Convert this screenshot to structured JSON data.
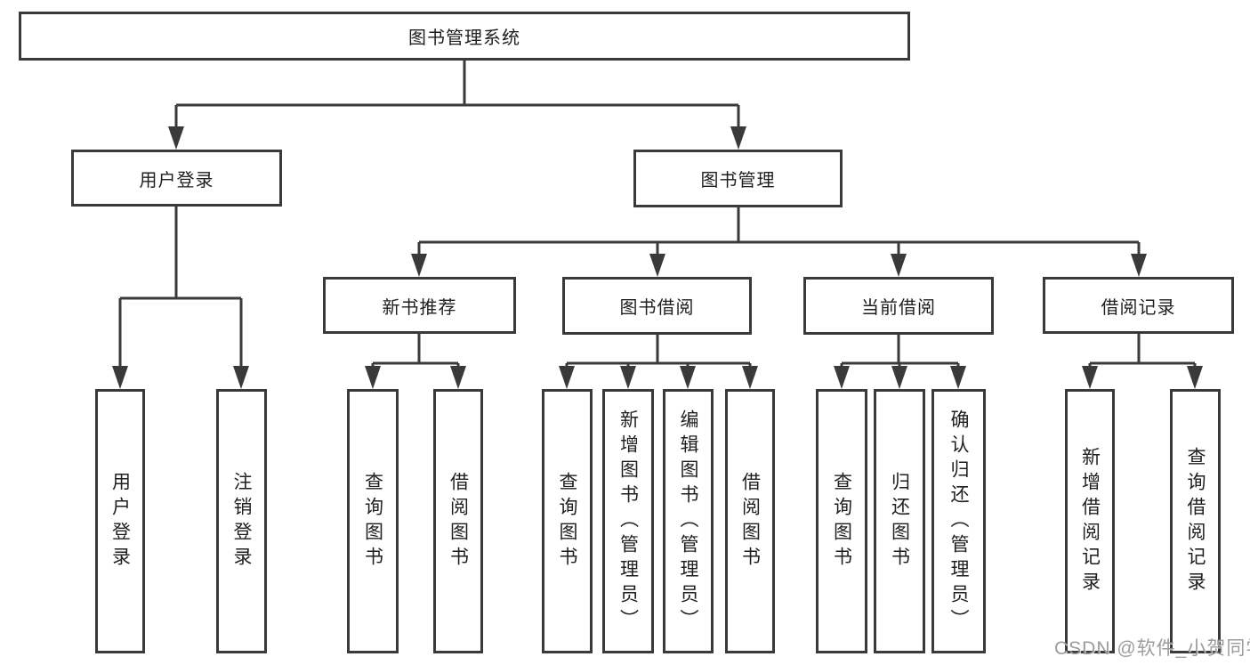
{
  "diagram": {
    "type": "hierarchy-tree",
    "line_color": "#3a3a3a",
    "text_color": "#1f1f1f",
    "background": "#ffffff",
    "root": {
      "label": "图书管理系统",
      "children": [
        {
          "label": "用户登录",
          "children": [
            {
              "label": "用户登录"
            },
            {
              "label": "注销登录"
            }
          ]
        },
        {
          "label": "图书管理",
          "children": [
            {
              "label": "新书推荐",
              "children": [
                {
                  "label": "查询图书"
                },
                {
                  "label": "借阅图书"
                }
              ]
            },
            {
              "label": "图书借阅",
              "children": [
                {
                  "label": "查询图书"
                },
                {
                  "label": "新增图书（管理员）"
                },
                {
                  "label": "编辑图书（管理员）"
                },
                {
                  "label": "借阅图书"
                }
              ]
            },
            {
              "label": "当前借阅",
              "children": [
                {
                  "label": "查询图书"
                },
                {
                  "label": "归还图书"
                },
                {
                  "label": "确认归还（管理员）"
                }
              ]
            },
            {
              "label": "借阅记录",
              "children": [
                {
                  "label": "新增借阅记录"
                },
                {
                  "label": "查询借阅记录"
                }
              ]
            }
          ]
        }
      ]
    }
  },
  "watermark": {
    "text": "CSDN @软件_小贺同学",
    "color": "#919191"
  }
}
